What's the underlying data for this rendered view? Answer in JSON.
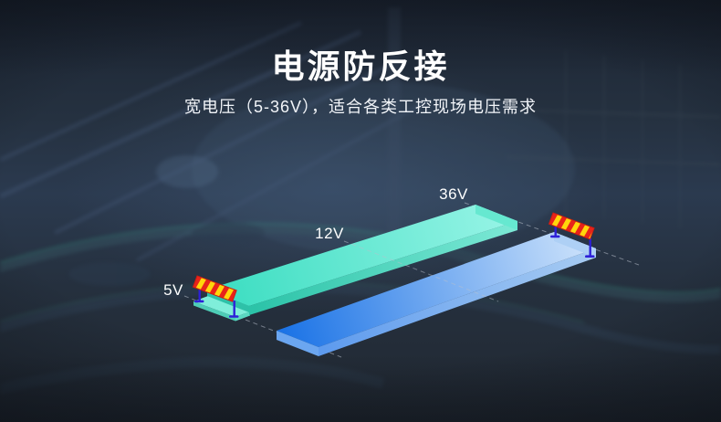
{
  "header": {
    "title": "电源防反接",
    "subtitle": "宽电压（5-36V），适合各类工控现场电压需求"
  },
  "diagram": {
    "type": "isometric-voltage-ramps",
    "voltage_labels": [
      {
        "text": "5V"
      },
      {
        "text": "12V"
      },
      {
        "text": "36V"
      }
    ],
    "ramps": [
      {
        "name": "teal-ramp",
        "gradient": [
          "#36dcbf",
          "#97f4e6"
        ],
        "barrier_position": "near-end"
      },
      {
        "name": "blue-ramp",
        "gradient": [
          "#1b73e6",
          "#cfe4fb"
        ],
        "barrier_position": "far-end"
      }
    ],
    "barrier": {
      "board_color": "#e8231a",
      "stripe_color": "#ffd60b",
      "leg_color": "#2e20d8"
    },
    "guide_line_color": "#b9c0cc"
  },
  "background": {
    "base_color": "#25303e",
    "scene_description": "blurred factory conveyor hall"
  }
}
